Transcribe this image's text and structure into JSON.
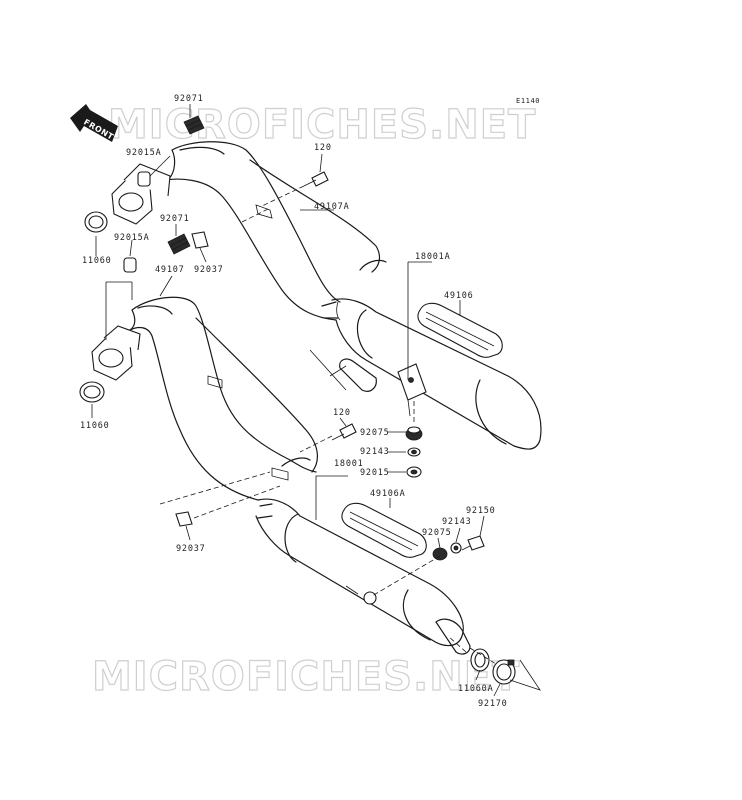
{
  "diagram": {
    "reference_code": "E1140",
    "front_marker": "FRONT",
    "watermark_text": "MICROFICHES.NET",
    "parts": [
      {
        "id": "p-92071-top",
        "label": "92071"
      },
      {
        "id": "p-92015A-top",
        "label": "92015A"
      },
      {
        "id": "p-120-top",
        "label": "120"
      },
      {
        "id": "p-49107A",
        "label": "49107A"
      },
      {
        "id": "p-11060-top",
        "label": "11060"
      },
      {
        "id": "p-92015A-mid",
        "label": "92015A"
      },
      {
        "id": "p-92071-mid",
        "label": "92071"
      },
      {
        "id": "p-92037-top",
        "label": "92037"
      },
      {
        "id": "p-49107",
        "label": "49107"
      },
      {
        "id": "p-18001A",
        "label": "18001A"
      },
      {
        "id": "p-49106",
        "label": "49106"
      },
      {
        "id": "p-11060-bot",
        "label": "11060"
      },
      {
        "id": "p-120-bot",
        "label": "120"
      },
      {
        "id": "p-92075-top",
        "label": "92075"
      },
      {
        "id": "p-92143-top",
        "label": "92143"
      },
      {
        "id": "p-92015",
        "label": "92015"
      },
      {
        "id": "p-18001",
        "label": "18001"
      },
      {
        "id": "p-49106A",
        "label": "49106A"
      },
      {
        "id": "p-92150",
        "label": "92150"
      },
      {
        "id": "p-92143-bot",
        "label": "92143"
      },
      {
        "id": "p-92075-bot",
        "label": "92075"
      },
      {
        "id": "p-92037-bot",
        "label": "92037"
      },
      {
        "id": "p-11060A",
        "label": "11060A"
      },
      {
        "id": "p-92170",
        "label": "92170"
      }
    ]
  }
}
